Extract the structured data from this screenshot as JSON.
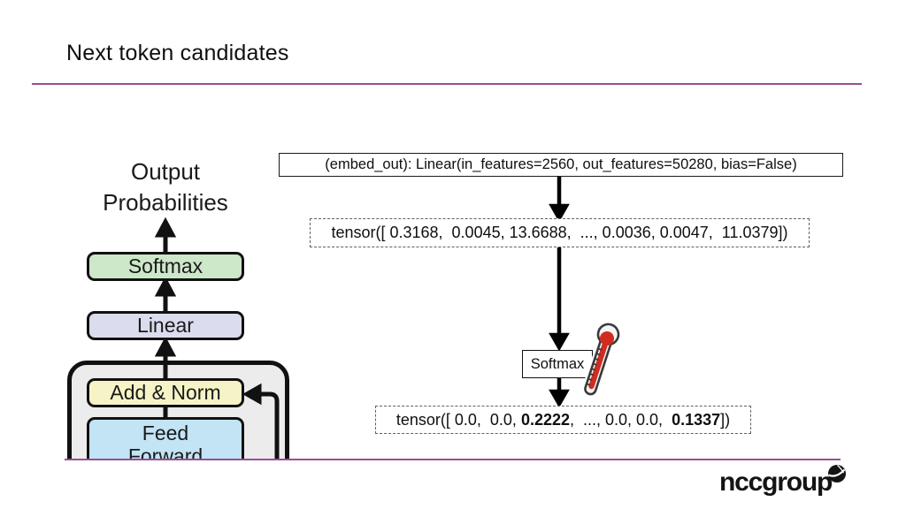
{
  "slide": {
    "title": "Next token candidates",
    "footer_logo": "nccgroup"
  },
  "colors": {
    "accent_purple": "#9a4e93",
    "softmax_green": "#cde7c9",
    "linear_lavender": "#dbddee",
    "add_norm_yellow": "#f6f4c6",
    "feed_forward_blue": "#c2e4f5",
    "container_gray": "#ececec",
    "thermometer_red": "#d22b20"
  },
  "architecture": {
    "output_line1": "Output",
    "output_line2": "Probabilities",
    "softmax": "Softmax",
    "linear": "Linear",
    "add_norm": "Add & Norm",
    "feed_line1": "Feed",
    "feed_line2": "Forward"
  },
  "flow": {
    "embed_out": "(embed_out): Linear(in_features=2560, out_features=50280, bias=False)",
    "logits": "tensor([ 0.3168,  0.0045, 13.6688,  ..., 0.0036, 0.0047,  11.0379])",
    "softmax_label": "Softmax",
    "probs": {
      "p1": "tensor([ 0.0,  0.0, ",
      "b1": "0.2222",
      "p2": ",  ..., 0.0, 0.0,  ",
      "b2": "0.1337",
      "p3": "])"
    }
  }
}
